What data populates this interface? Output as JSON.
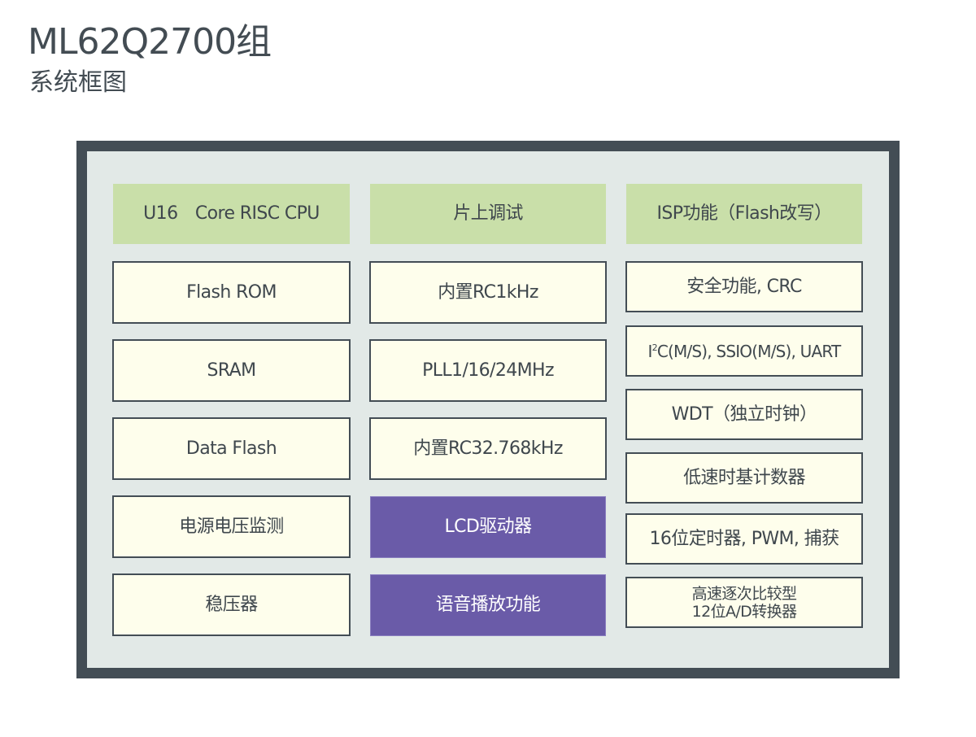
{
  "header": {
    "title": "ML62Q2700组",
    "subtitle": "系统框图"
  },
  "colors": {
    "frame": "#434d55",
    "frame_fill": "#e2e9e7",
    "core_block": "#c9dfa9",
    "peripheral_block": "#fefeec",
    "highlight_block": "#6a5ba8"
  },
  "columns": {
    "left": [
      {
        "label": "U16　Core RISC CPU",
        "style": "green"
      },
      {
        "label": "Flash ROM",
        "style": "cream"
      },
      {
        "label": "SRAM",
        "style": "cream"
      },
      {
        "label": "Data Flash",
        "style": "cream"
      },
      {
        "label": "电源电压监测",
        "style": "cream"
      },
      {
        "label": "稳压器",
        "style": "cream"
      }
    ],
    "middle": [
      {
        "label": "片上调试",
        "style": "green"
      },
      {
        "label": "内置RC1kHz",
        "style": "cream"
      },
      {
        "label": "PLL1/16/24MHz",
        "style": "cream"
      },
      {
        "label": "内置RC32.768kHz",
        "style": "cream"
      },
      {
        "label": "LCD驱动器",
        "style": "purple"
      },
      {
        "label": "语音播放功能",
        "style": "purple"
      }
    ],
    "right": [
      {
        "label": "ISP功能（Flash改写）",
        "style": "green"
      },
      {
        "label": "安全功能, CRC",
        "style": "cream"
      },
      {
        "label_prefix": "I",
        "label_sup": "2",
        "label_rest": "C(M/S), SSIO(M/S), UART",
        "style": "cream"
      },
      {
        "label": "WDT（独立时钟）",
        "style": "cream"
      },
      {
        "label": "低速时基计数器",
        "style": "cream"
      },
      {
        "label": "16位定时器, PWM, 捕获",
        "style": "cream"
      },
      {
        "label_line1": "高速逐次比较型",
        "label_line2": "12位A/D转换器",
        "style": "cream"
      }
    ]
  }
}
